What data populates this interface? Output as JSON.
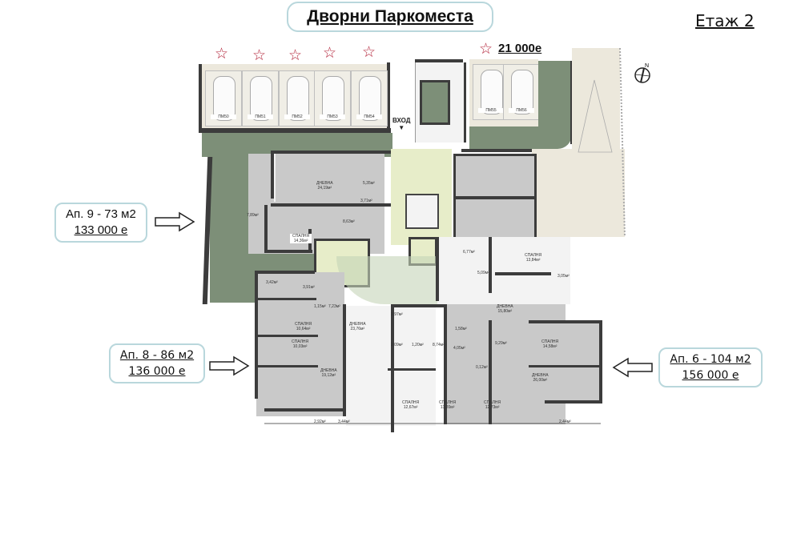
{
  "header": {
    "title": "Дворни Паркоместа",
    "floor": "Етаж 2"
  },
  "parking": {
    "price": "21 000е",
    "star_icon": "star-icon",
    "slots": [
      {
        "label": "ПМ50"
      },
      {
        "label": "ПМ51"
      },
      {
        "label": "ПМ52"
      },
      {
        "label": "ПМ53"
      },
      {
        "label": "ПМ54"
      },
      {
        "label": "ПМ55"
      },
      {
        "label": "ПМ56"
      }
    ]
  },
  "entrance": {
    "label": "ВХОД",
    "arrow": "▼"
  },
  "compass": {
    "label": "N"
  },
  "apartments": [
    {
      "id": "ap9",
      "title": "Ап. 9 - 73 м2",
      "price": "133 000 е",
      "arrow": "right"
    },
    {
      "id": "ap8",
      "title": "Ап. 8 - 86 м2",
      "price": "136 000 е",
      "arrow": "right"
    },
    {
      "id": "ap6",
      "title": "Ап. 6 - 104 м2",
      "price": "156 000 е",
      "arrow": "left"
    }
  ],
  "rooms": [
    {
      "name": "ДНЕВНА",
      "area": "24,19м²"
    },
    {
      "name": "",
      "area": "5,35м²"
    },
    {
      "name": "",
      "area": "3,71м²"
    },
    {
      "name": "",
      "area": "7,89м²"
    },
    {
      "name": "",
      "area": "8,63м²"
    },
    {
      "name": "СПАЛНЯ",
      "area": "14,36м²"
    },
    {
      "name": "",
      "area": "6,77м²"
    },
    {
      "name": "СПАЛНЯ",
      "area": "13,84м²"
    },
    {
      "name": "",
      "area": "5,09м²"
    },
    {
      "name": "",
      "area": "3,05м²"
    },
    {
      "name": "",
      "area": "3,42м²"
    },
    {
      "name": "",
      "area": "3,91м²"
    },
    {
      "name": "",
      "area": "1,15м²"
    },
    {
      "name": "",
      "area": "7,23м²"
    },
    {
      "name": "СПАЛНЯ",
      "area": "10,64м²"
    },
    {
      "name": "СПАЛНЯ",
      "area": "10,03м²"
    },
    {
      "name": "ДНЕВНА",
      "area": "19,12м²"
    },
    {
      "name": "ДНЕВНА",
      "area": "23,76м²"
    },
    {
      "name": "",
      "area": "3,97м²"
    },
    {
      "name": "",
      "area": "2,09м²"
    },
    {
      "name": "",
      "area": "1,20м²"
    },
    {
      "name": "",
      "area": "8,74м²"
    },
    {
      "name": "ДНЕВНА",
      "area": "15,80м²"
    },
    {
      "name": "",
      "area": "1,58м²"
    },
    {
      "name": "",
      "area": "4,05м²"
    },
    {
      "name": "",
      "area": "9,29м²"
    },
    {
      "name": "",
      "area": "0,12м²"
    },
    {
      "name": "СПАЛНЯ",
      "area": "14,58м²"
    },
    {
      "name": "ДНЕВНА",
      "area": "26,00м²"
    },
    {
      "name": "СПАЛНЯ",
      "area": "12,67м²"
    },
    {
      "name": "СПАЛНЯ",
      "area": "13,20м²"
    },
    {
      "name": "СПАЛНЯ",
      "area": "12,73м²"
    },
    {
      "name": "",
      "area": "2,92м²"
    },
    {
      "name": "",
      "area": "3,44м²"
    },
    {
      "name": "",
      "area": "2,44м²"
    }
  ]
}
